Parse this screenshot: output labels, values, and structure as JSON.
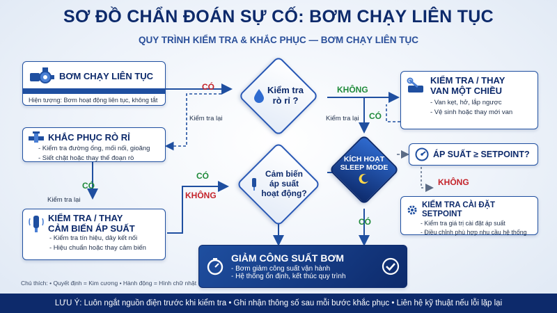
{
  "title": "SƠ ĐỒ CHẨN ĐOÁN SỰ CỐ: BƠM CHẠY LIÊN TỤC",
  "subtitle": "QUY TRÌNH KIỂM TRA & KHẮC PHỤC — BƠM CHẠY LIÊN TỤC",
  "start": {
    "title": "BƠM CHẠY LIÊN TỤC",
    "desc": "Hiện tượng: Bơm hoạt động liên tục, không tắt"
  },
  "leak_fix": {
    "title": "KHẮC PHỤC RÒ RỈ",
    "bullets": [
      "- Kiểm tra đường ống, mối nối, gioăng",
      "- Siết chặt hoặc thay thế đoạn rò"
    ]
  },
  "sensor_fix": {
    "title_line1": "KIỂM TRA / THAY",
    "title_line2": "CẢM BIẾN ÁP SUẤT",
    "bullets": [
      "- Kiểm tra tín hiệu, dây kết nối",
      "- Hiệu chuẩn hoặc thay cảm biến"
    ]
  },
  "check_leak": {
    "line1": "Kiểm tra",
    "line2": "rò rỉ ?"
  },
  "check_sensor": {
    "line1": "Cảm biến",
    "line2": "áp suất",
    "line3": "hoạt động?"
  },
  "sleep_mode": {
    "line1": "KÍCH HOẠT",
    "line2": "SLEEP MODE"
  },
  "valve": {
    "title_line1": "KIỂM TRA / THAY",
    "title_line2": "VAN MỘT CHIỀU",
    "bullets": [
      "- Van kẹt, hở, lắp ngược",
      "- Vệ sinh hoặc thay mới van"
    ]
  },
  "pressure": {
    "label": "ÁP SUẤT ≥ SETPOINT?"
  },
  "setpoint": {
    "title": "KIỂM TRA CÀI ĐẶT SETPOINT",
    "bullets": [
      "- Kiểm tra giá trị cài đặt áp suất",
      "- Điều chỉnh phù hợp nhu cầu hệ thống"
    ]
  },
  "reduce": {
    "title": "GIẢM CÔNG SUẤT BƠM",
    "bullets": [
      "- Bơm giảm công suất vận hành",
      "- Hệ thống ổn định, kết thúc quy trình"
    ]
  },
  "labels": {
    "yes": "CÓ",
    "no": "KHÔNG",
    "recheck": "Kiểm tra lại"
  },
  "legend": "Chú thích: • Quyết định = Kim cương • Hành động = Hình chữ nhật",
  "footer": "LƯU Ý: Luôn ngắt nguồn điện trước khi kiểm tra  •  Ghi nhận thông số sau mỗi bước khắc phục  •  Liên hệ kỹ thuật nếu lỗi lặp lại",
  "colors": {
    "navy": "#0d2a6b",
    "blue": "#1f4fa0",
    "green": "#1f8a3a",
    "red": "#c4232a"
  }
}
